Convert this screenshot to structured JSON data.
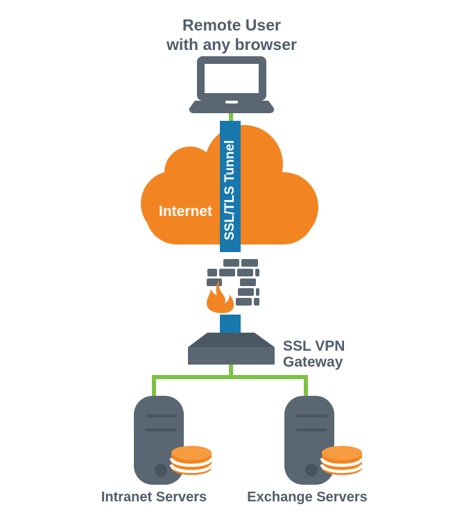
{
  "remote_user": {
    "line1": "Remote User",
    "line2": "with any browser"
  },
  "tunnel": {
    "label": "SSL/TLS Tunnel"
  },
  "cloud": {
    "label": "Internet"
  },
  "gateway": {
    "line1": "SSL VPN",
    "line2": "Gateway"
  },
  "servers": {
    "intranet_label": "Intranet Servers",
    "exchange_label": "Exchange Servers"
  },
  "icons": {
    "laptop": "laptop-icon",
    "cloud": "cloud-icon",
    "firewall": "firewall-brick-flame-icon",
    "gateway": "gateway-device-icon",
    "server": "server-tower-icon",
    "database": "database-disks-icon"
  },
  "colors": {
    "orange": "#F28522",
    "orange_light": "#F69B40",
    "blue": "#1878AD",
    "green": "#7DC243",
    "gray": "#5A6773",
    "gray_dark": "#47535F",
    "gray_darker": "#4B5763",
    "text": "#505D6A",
    "white": "#FFFFFF"
  }
}
